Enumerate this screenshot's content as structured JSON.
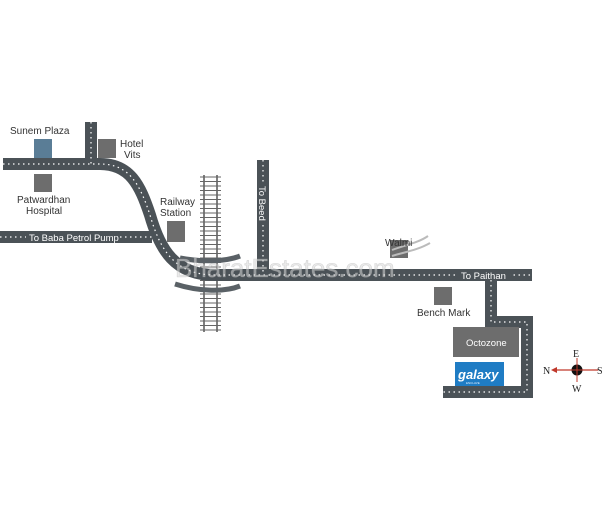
{
  "landmarks": {
    "sunem_plaza": "Sunem Plaza",
    "hotel_vits": [
      "Hotel",
      "Vits"
    ],
    "patwardhan_hospital": [
      "Patwardhan",
      "Hospital"
    ],
    "railway_station": [
      "Railway",
      "Station"
    ],
    "walmi": "Walmi",
    "bench_mark": "Bench Mark",
    "octozone": "Octozone",
    "galaxy": "galaxy",
    "galaxy_sub": "ENCLAVE"
  },
  "roads": {
    "baba_petrol_pump": "To Baba Petrol Pump",
    "beed": "To Beed",
    "paithan": "To Paithan"
  },
  "watermark": "BharatEstates.com",
  "compass": {
    "n": "N",
    "s": "S",
    "e": "E",
    "w": "W"
  },
  "colors": {
    "road": "#4b5257",
    "building": "#6d6d6d",
    "sunem": "#5a7d96",
    "galaxy": "#1f7cc4",
    "compass_arrow": "#c0392b"
  }
}
